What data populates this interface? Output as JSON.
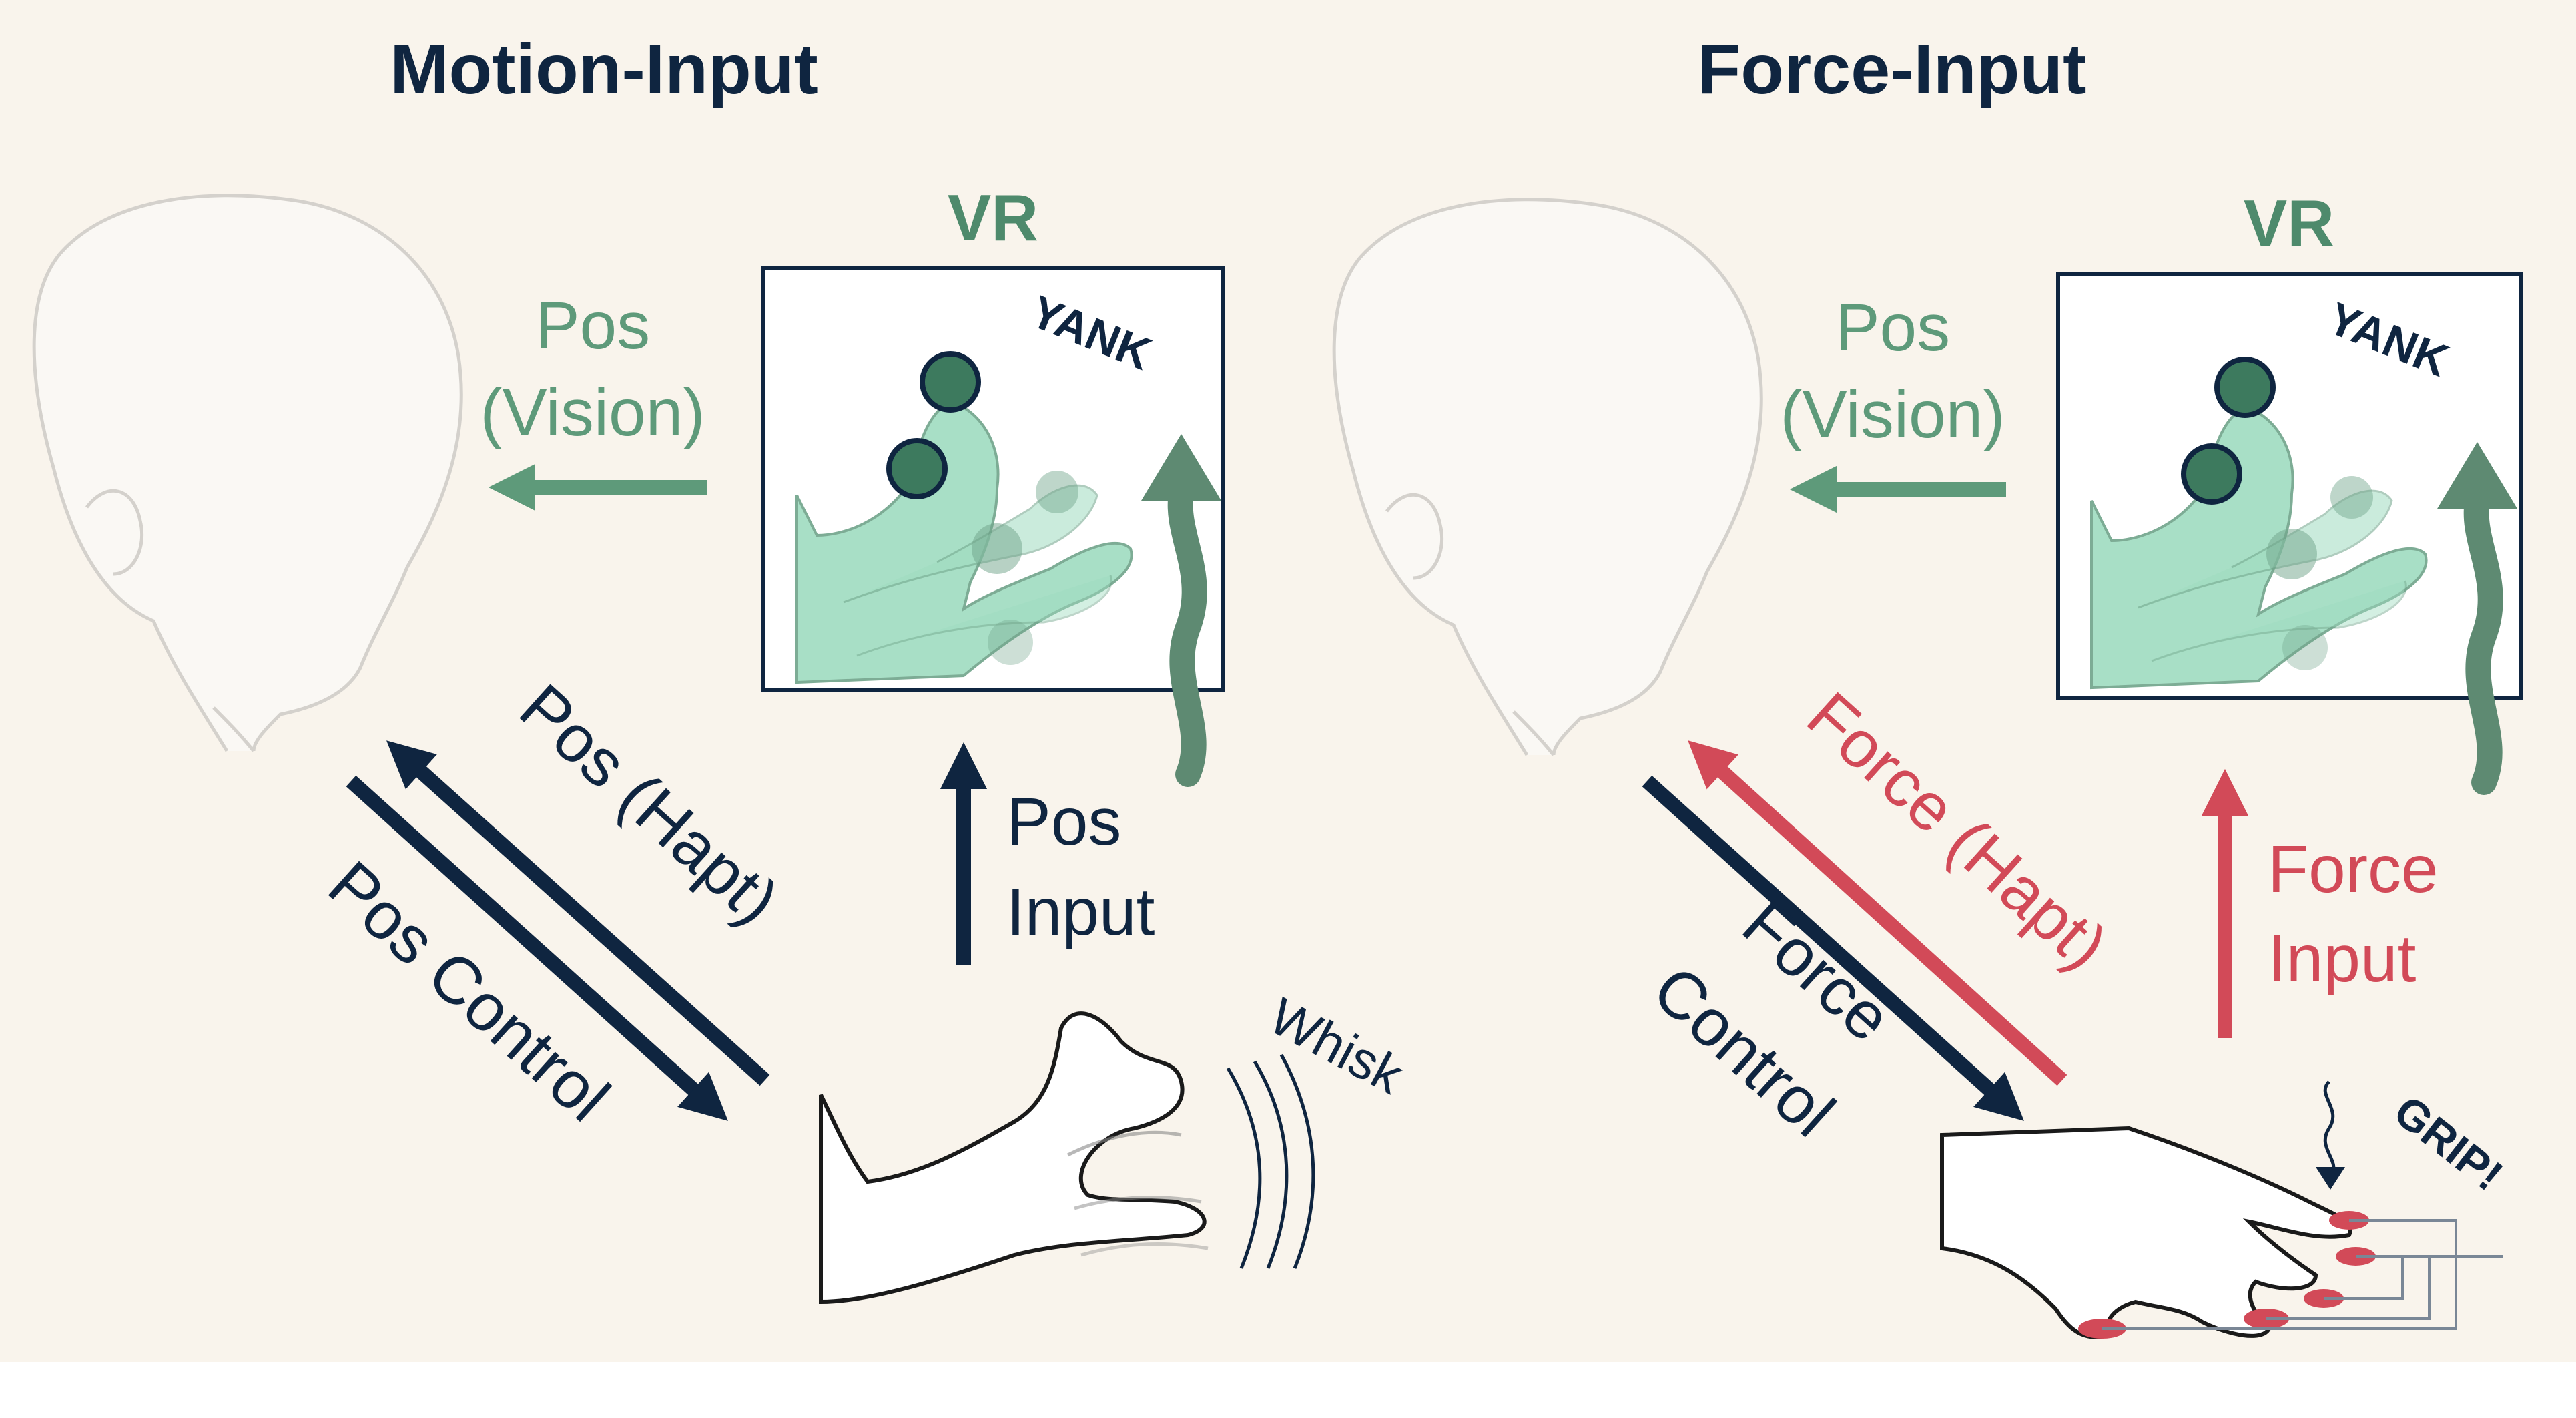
{
  "panels": {
    "motion": {
      "title": "Motion-Input",
      "vr_label": "VR",
      "yank_label": "YANK",
      "feedback_line1": "Pos",
      "feedback_line2": "(Vision)",
      "haptic_label": "Pos (Hapt)",
      "control_label": "Pos Control",
      "input_line1": "Pos",
      "input_line2": "Input",
      "gesture_label": "Whisk"
    },
    "force": {
      "title": "Force-Input",
      "vr_label": "VR",
      "yank_label": "YANK",
      "feedback_line1": "Pos",
      "feedback_line2": "(Vision)",
      "haptic_label": "Force (Hapt)",
      "control_line1": "Force",
      "control_line2": "Control",
      "input_line1": "Force",
      "input_line2": "Input",
      "gesture_label": "GRIP!"
    }
  },
  "colors": {
    "background": "#f9f4ec",
    "navy": "#0f2540",
    "green": "#5e9a7a",
    "vr_green": "#4e8a6c",
    "red": "#d24a58",
    "arm_green": "#9fdcc0"
  },
  "icons": [
    "head-outline-icon",
    "vr-arm-icon",
    "yank-arrow-icon",
    "whisk-arm-icon",
    "gripping-hand-icon"
  ]
}
